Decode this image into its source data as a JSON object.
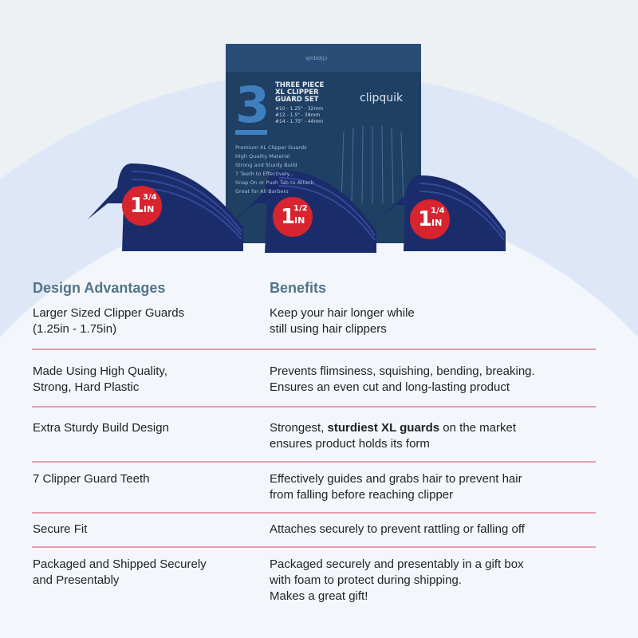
{
  "product_box": {
    "number": "3",
    "title": "THREE PIECE XL CLIPPER GUARD SET",
    "sizes": [
      "#10 - 1.25\" - 32mm",
      "#12 - 1.5\" - 38mm",
      "#14 - 1.75\" - 44mm"
    ],
    "brand": "clipquik",
    "features": [
      "Premium XL Clipper Guards",
      "High Quality Material",
      "Strong and Sturdy Build",
      "7 Teeth to Effectively...",
      "Snap On or Push Tab to Attach",
      "Great for All Barbers"
    ]
  },
  "guards": [
    {
      "whole": "1",
      "fraction": "3/4",
      "unit": "IN"
    },
    {
      "whole": "1",
      "fraction": "1/2",
      "unit": "IN"
    },
    {
      "whole": "1",
      "fraction": "1/4",
      "unit": "IN"
    }
  ],
  "table": {
    "headers": {
      "left": "Design Advantages",
      "right": "Benefits"
    },
    "rows": [
      {
        "left": [
          "Larger Sized Clipper Guards",
          "(1.25in - 1.75in)"
        ],
        "right": [
          "Keep your hair longer while",
          "still using hair clippers"
        ]
      },
      {
        "left": [
          "Made Using High Quality,",
          "Strong, Hard Plastic"
        ],
        "right": [
          "Prevents flimsiness, squishing, bending, breaking.",
          "Ensures an even cut and long-lasting product"
        ]
      },
      {
        "left": [
          "Extra Sturdy Build Design"
        ],
        "right_pre": "Strongest, ",
        "right_bold": "sturdiest XL guards",
        "right_post": " on the market",
        "right2": "ensures product holds its form"
      },
      {
        "left": [
          "7 Clipper Guard Teeth"
        ],
        "right": [
          "Effectively guides and grabs hair to prevent hair",
          "from falling before reaching clipper"
        ]
      },
      {
        "left": [
          "Secure Fit"
        ],
        "right": [
          "Attaches securely to prevent rattling or falling off"
        ]
      },
      {
        "left": [
          "Packaged and Shipped Securely",
          "and Presentably"
        ],
        "right": [
          "Packaged securely and presentably in a gift box",
          "with foam to protect during shipping.",
          "Makes a great gift!"
        ]
      }
    ]
  },
  "colors": {
    "header": "#557388",
    "divider": "#e2a0ab",
    "badge": "#d8242f",
    "box": "#1f3f63"
  }
}
